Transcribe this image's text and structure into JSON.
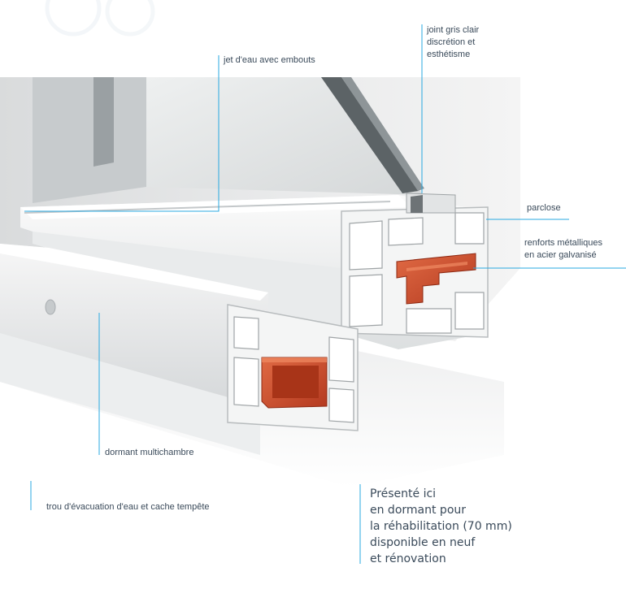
{
  "colors": {
    "leader_line": "#29a9e1",
    "label_text": "#3a4a5a",
    "pvc_white": "#f2f2f2",
    "pvc_shadow": "#c9cccf",
    "steel_reinforcement": "#c8482a",
    "background": "#ffffff"
  },
  "labels": {
    "jet_eau": "jet d'eau avec embouts",
    "joint_line1": "joint gris clair",
    "joint_line2": "discrétion et",
    "joint_line3": "esthétisme",
    "parclose": "parclose",
    "renforts_line1": "renforts métalliques",
    "renforts_line2": "en acier galvanisé",
    "dormant": "dormant multichambre",
    "trou": "trou d'évacuation d'eau et cache tempête"
  },
  "caption": {
    "line1": "Présenté ici",
    "line2": "en dormant pour",
    "line3": "la réhabilitation (70 mm)",
    "line4": "disponible en neuf",
    "line5": "et rénovation"
  }
}
